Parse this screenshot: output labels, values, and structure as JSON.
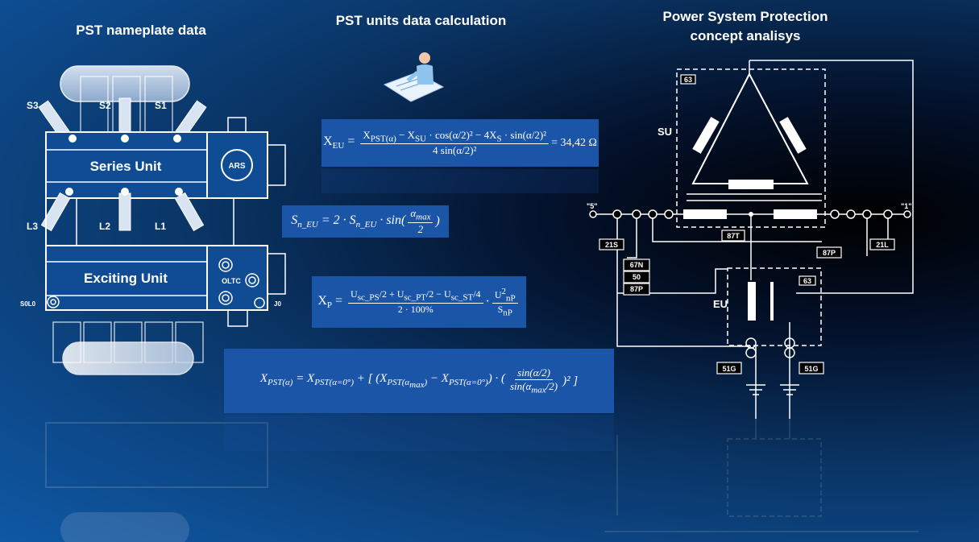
{
  "titles": {
    "left": "PST nameplate data",
    "middle": "PST units data calculation",
    "right_line1": "Power System Protection",
    "right_line2": "concept analisys"
  },
  "transformer": {
    "series_unit": "Series Unit",
    "exciting_unit": "Exciting Unit",
    "ars": "ARS",
    "oltc": "OLTC",
    "s3": "S3",
    "s2": "S2",
    "s1": "S1",
    "l3": "L3",
    "l2": "L2",
    "l1": "L1",
    "s0l0": "S0L0",
    "l0": "J0"
  },
  "formulas": {
    "xeu_result": "= 34,42 Ω",
    "snu_left": "S",
    "xp_percent": "2 · 100%"
  },
  "protection": {
    "su": "SU",
    "eu": "EU",
    "r63a": "63",
    "r63b": "63",
    "r87t": "87T",
    "r87p_top": "87P",
    "r21s": "21S",
    "r21l": "21L",
    "r67n": "67N",
    "r50": "50",
    "r87p": "87P",
    "r51g_left": "51G",
    "r51g_right": "51G",
    "term5": "\"5\"",
    "term1": "\"1\""
  }
}
